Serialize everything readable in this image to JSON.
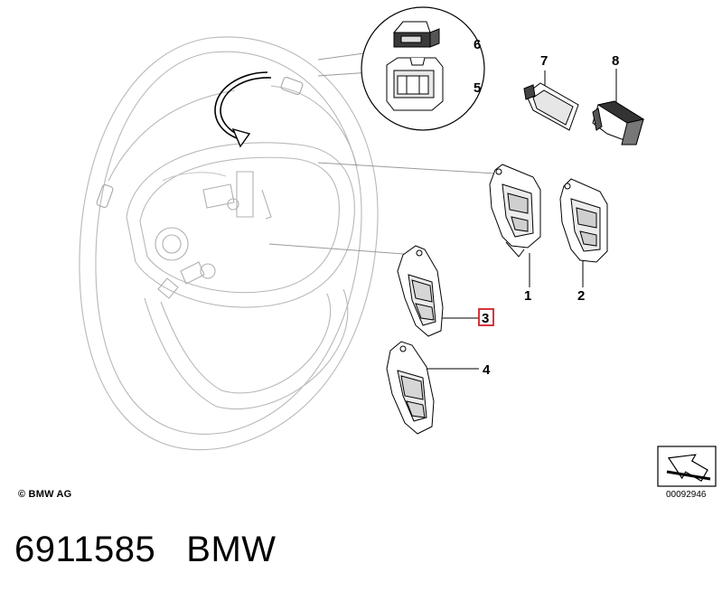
{
  "diagram": {
    "callouts": [
      {
        "id": "1",
        "label": "1"
      },
      {
        "id": "2",
        "label": "2"
      },
      {
        "id": "3",
        "label": "3",
        "highlighted": true
      },
      {
        "id": "4",
        "label": "4"
      },
      {
        "id": "5",
        "label": "5"
      },
      {
        "id": "6",
        "label": "6"
      },
      {
        "id": "7",
        "label": "7"
      },
      {
        "id": "8",
        "label": "8"
      }
    ],
    "highlight_color": "#d0202a",
    "line_color": "#9a9a9a",
    "copyright": "© BMW AG",
    "diagram_number": "00092946"
  },
  "caption": {
    "part_number": "6911585",
    "brand": "BMW"
  }
}
